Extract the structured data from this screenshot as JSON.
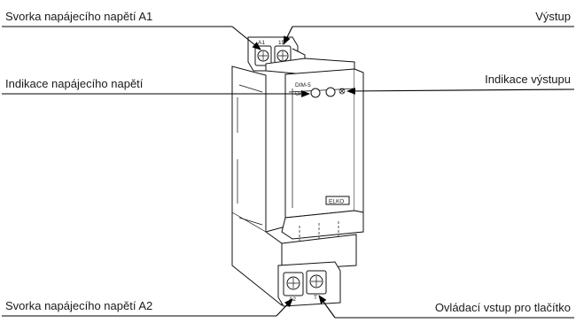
{
  "labels": {
    "supply_a1": "Svorka napájecího napětí A1",
    "output": "Výstup",
    "supply_indication": "Indikace napájecího napětí",
    "output_indication": "Indikace výstupu",
    "supply_a2": "Svorka napájecího napětí A2",
    "control_input": "Ovládací vstup pro tlačítko"
  },
  "device": {
    "model": "DIM-5",
    "un_label": "Un",
    "brand": "ELKO",
    "terminal_top_left": "A1",
    "terminal_top_right": "15",
    "terminal_bottom_left": "A2",
    "terminal_bottom_right": "T"
  }
}
